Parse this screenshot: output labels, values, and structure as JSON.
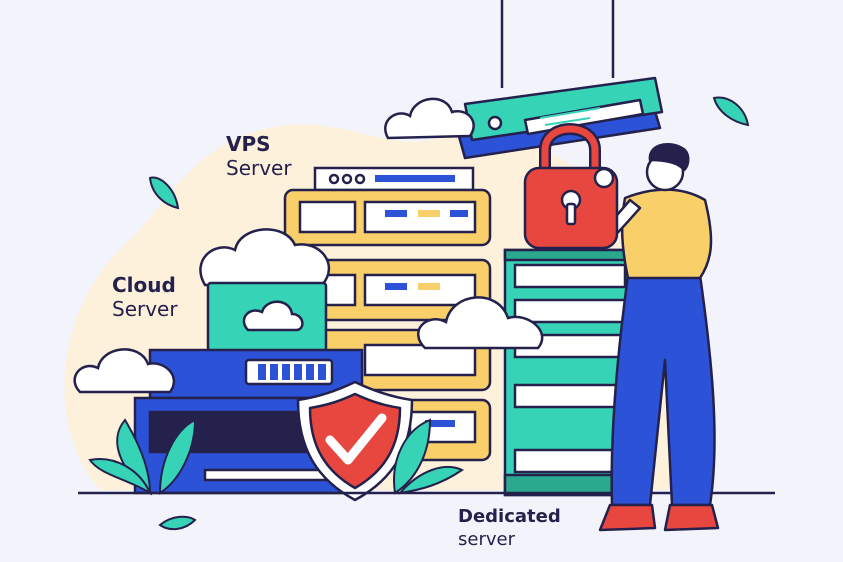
{
  "labels": {
    "vps": {
      "line1": "VPS",
      "line2": "Server"
    },
    "cloud": {
      "line1": "Cloud",
      "line2": "Server"
    },
    "dedicated": {
      "line1": "Dedicated",
      "line2": "server"
    }
  },
  "icons": [
    "cloud-icon",
    "padlock-icon",
    "shield-check-icon",
    "leaf-icon",
    "server-rack-icon",
    "person-icon"
  ],
  "colors": {
    "background": "#f3f4fb",
    "blob": "#fdf1dc",
    "outline": "#24214d",
    "teal": "#37d3b7",
    "yellow": "#f9cf6a",
    "blue": "#2c52d8",
    "red": "#e8473f",
    "white": "#ffffff"
  }
}
